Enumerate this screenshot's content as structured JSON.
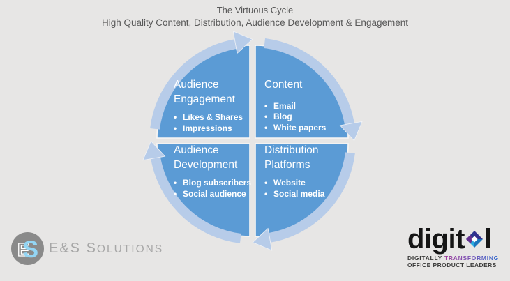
{
  "slide": {
    "title": "The Virtuous Cycle",
    "subtitle": "High Quality Content, Distribution, Audience Development & Engagement",
    "background": "#E7E6E5"
  },
  "cycle": {
    "type": "segmented-cycle",
    "direction": "clockwise",
    "colors": {
      "quadrant_fill": "#5B9BD5",
      "arrow_fill": "#B7CCE9",
      "text": "#FFFFFF"
    },
    "quadrants": [
      {
        "position": "top-left",
        "title": "Audience Engagement",
        "bullets": [
          "Likes & Shares",
          "Impressions"
        ]
      },
      {
        "position": "top-right",
        "title": "Content",
        "bullets": [
          "Email",
          "Blog",
          "White papers"
        ]
      },
      {
        "position": "bottom-left",
        "title": "Audience Development",
        "bullets": [
          "Blog subscribers",
          "Social audience"
        ]
      },
      {
        "position": "bottom-right",
        "title": "Distribution Platforms",
        "bullets": [
          "Website",
          "Social media"
        ]
      }
    ]
  },
  "logos": {
    "es_solutions": {
      "monogram_e": "E",
      "monogram_s": "S",
      "name_start": "E&S S",
      "name_rest": "OLUTIONS",
      "colors": {
        "circle": "#8A8A8A",
        "monogram_s": "#93D5F4",
        "name": "#A7A7A7"
      }
    },
    "digital": {
      "word_start": "digit",
      "word_end": "l",
      "tagline_line1_plain": "DIGITALLY",
      "tagline_line1_colored": "TRANSFORMING",
      "tagline_line2": "OFFICE PRODUCT LEADERS",
      "colors": {
        "word": "#151515",
        "tagline": "#3B3B3A",
        "colored_from": "#A03E9B",
        "colored_to": "#2F6BD0",
        "cube_dark_blue": "#2B3990",
        "cube_purple": "#652F8F",
        "cube_medium_blue": "#1B75BC",
        "cube_cyan": "#29ABE2"
      }
    }
  }
}
